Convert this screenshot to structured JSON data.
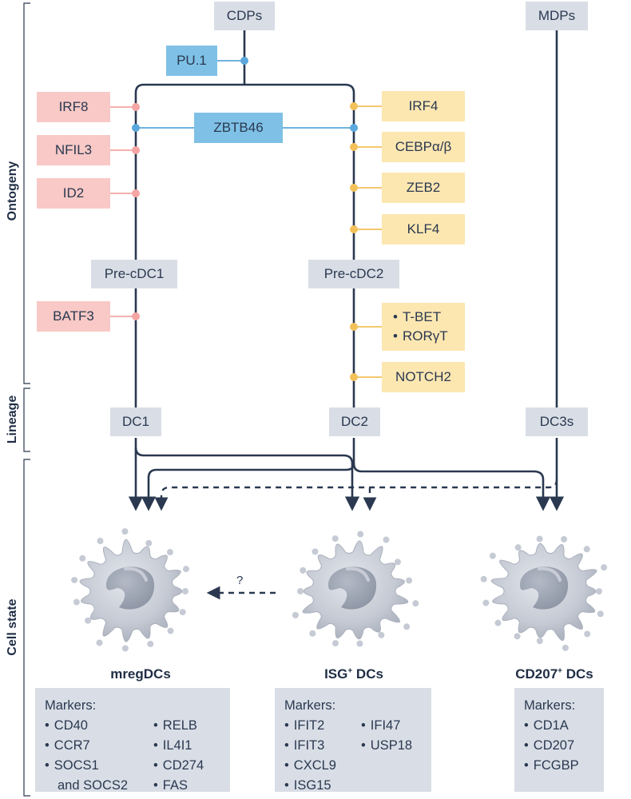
{
  "sections": {
    "ontogeny": "Ontogeny",
    "lineage": "Lineage",
    "cell_state": "Cell state"
  },
  "progenitors": {
    "cdps": "CDPs",
    "mdps": "MDPs",
    "pre_cdc1": "Pre-cDC1",
    "pre_cdc2": "Pre-cDC2"
  },
  "lineages": {
    "dc1": "DC1",
    "dc2": "DC2",
    "dc3s": "DC3s"
  },
  "transcription_factors": {
    "pu1": "PU.1",
    "zbtb46": "ZBTB46",
    "irf8": "IRF8",
    "nfil3": "NFIL3",
    "id2": "ID2",
    "batf3": "BATF3",
    "irf4": "IRF4",
    "cebp": "CEBPα/β",
    "zeb2": "ZEB2",
    "klf4": "KLF4",
    "tbet": "T-BET",
    "roryt": "RORγT",
    "notch2": "NOTCH2"
  },
  "question_mark": "?",
  "cell_states": [
    {
      "title": "mregDCs",
      "title_sup": "",
      "markers_label": "Markers:",
      "col1": [
        "CD40",
        "CCR7",
        "SOCS1"
      ],
      "col1_cont": "and SOCS2",
      "col2": [
        "RELB",
        "IL4I1",
        "CD274",
        "FAS"
      ]
    },
    {
      "title": "ISG",
      "title_sup": "+",
      "title_suffix": " DCs",
      "markers_label": "Markers:",
      "col1": [
        "IFIT2",
        "IFIT3",
        "CXCL9",
        "ISG15"
      ],
      "col2": [
        "IFI47",
        "USP18"
      ]
    },
    {
      "title": "CD207",
      "title_sup": "+",
      "title_suffix": " DCs",
      "markers_label": "Markers:",
      "col1": [
        "CD1A",
        "CD207",
        "FCGBP"
      ]
    }
  ],
  "colors": {
    "line_dark": "#2a3850",
    "line_blue": "#5aa8dc",
    "dot_pink": "#f5a5a3",
    "dot_yellow": "#f3c15a",
    "box_grey": "#d9dee6",
    "box_pink": "#f8c9c6",
    "box_yellow": "#fde7b1",
    "box_blue": "#7fc1e6",
    "cell_fill": "#c7ccd6",
    "nucleus_fill": "#9ea6b4"
  }
}
